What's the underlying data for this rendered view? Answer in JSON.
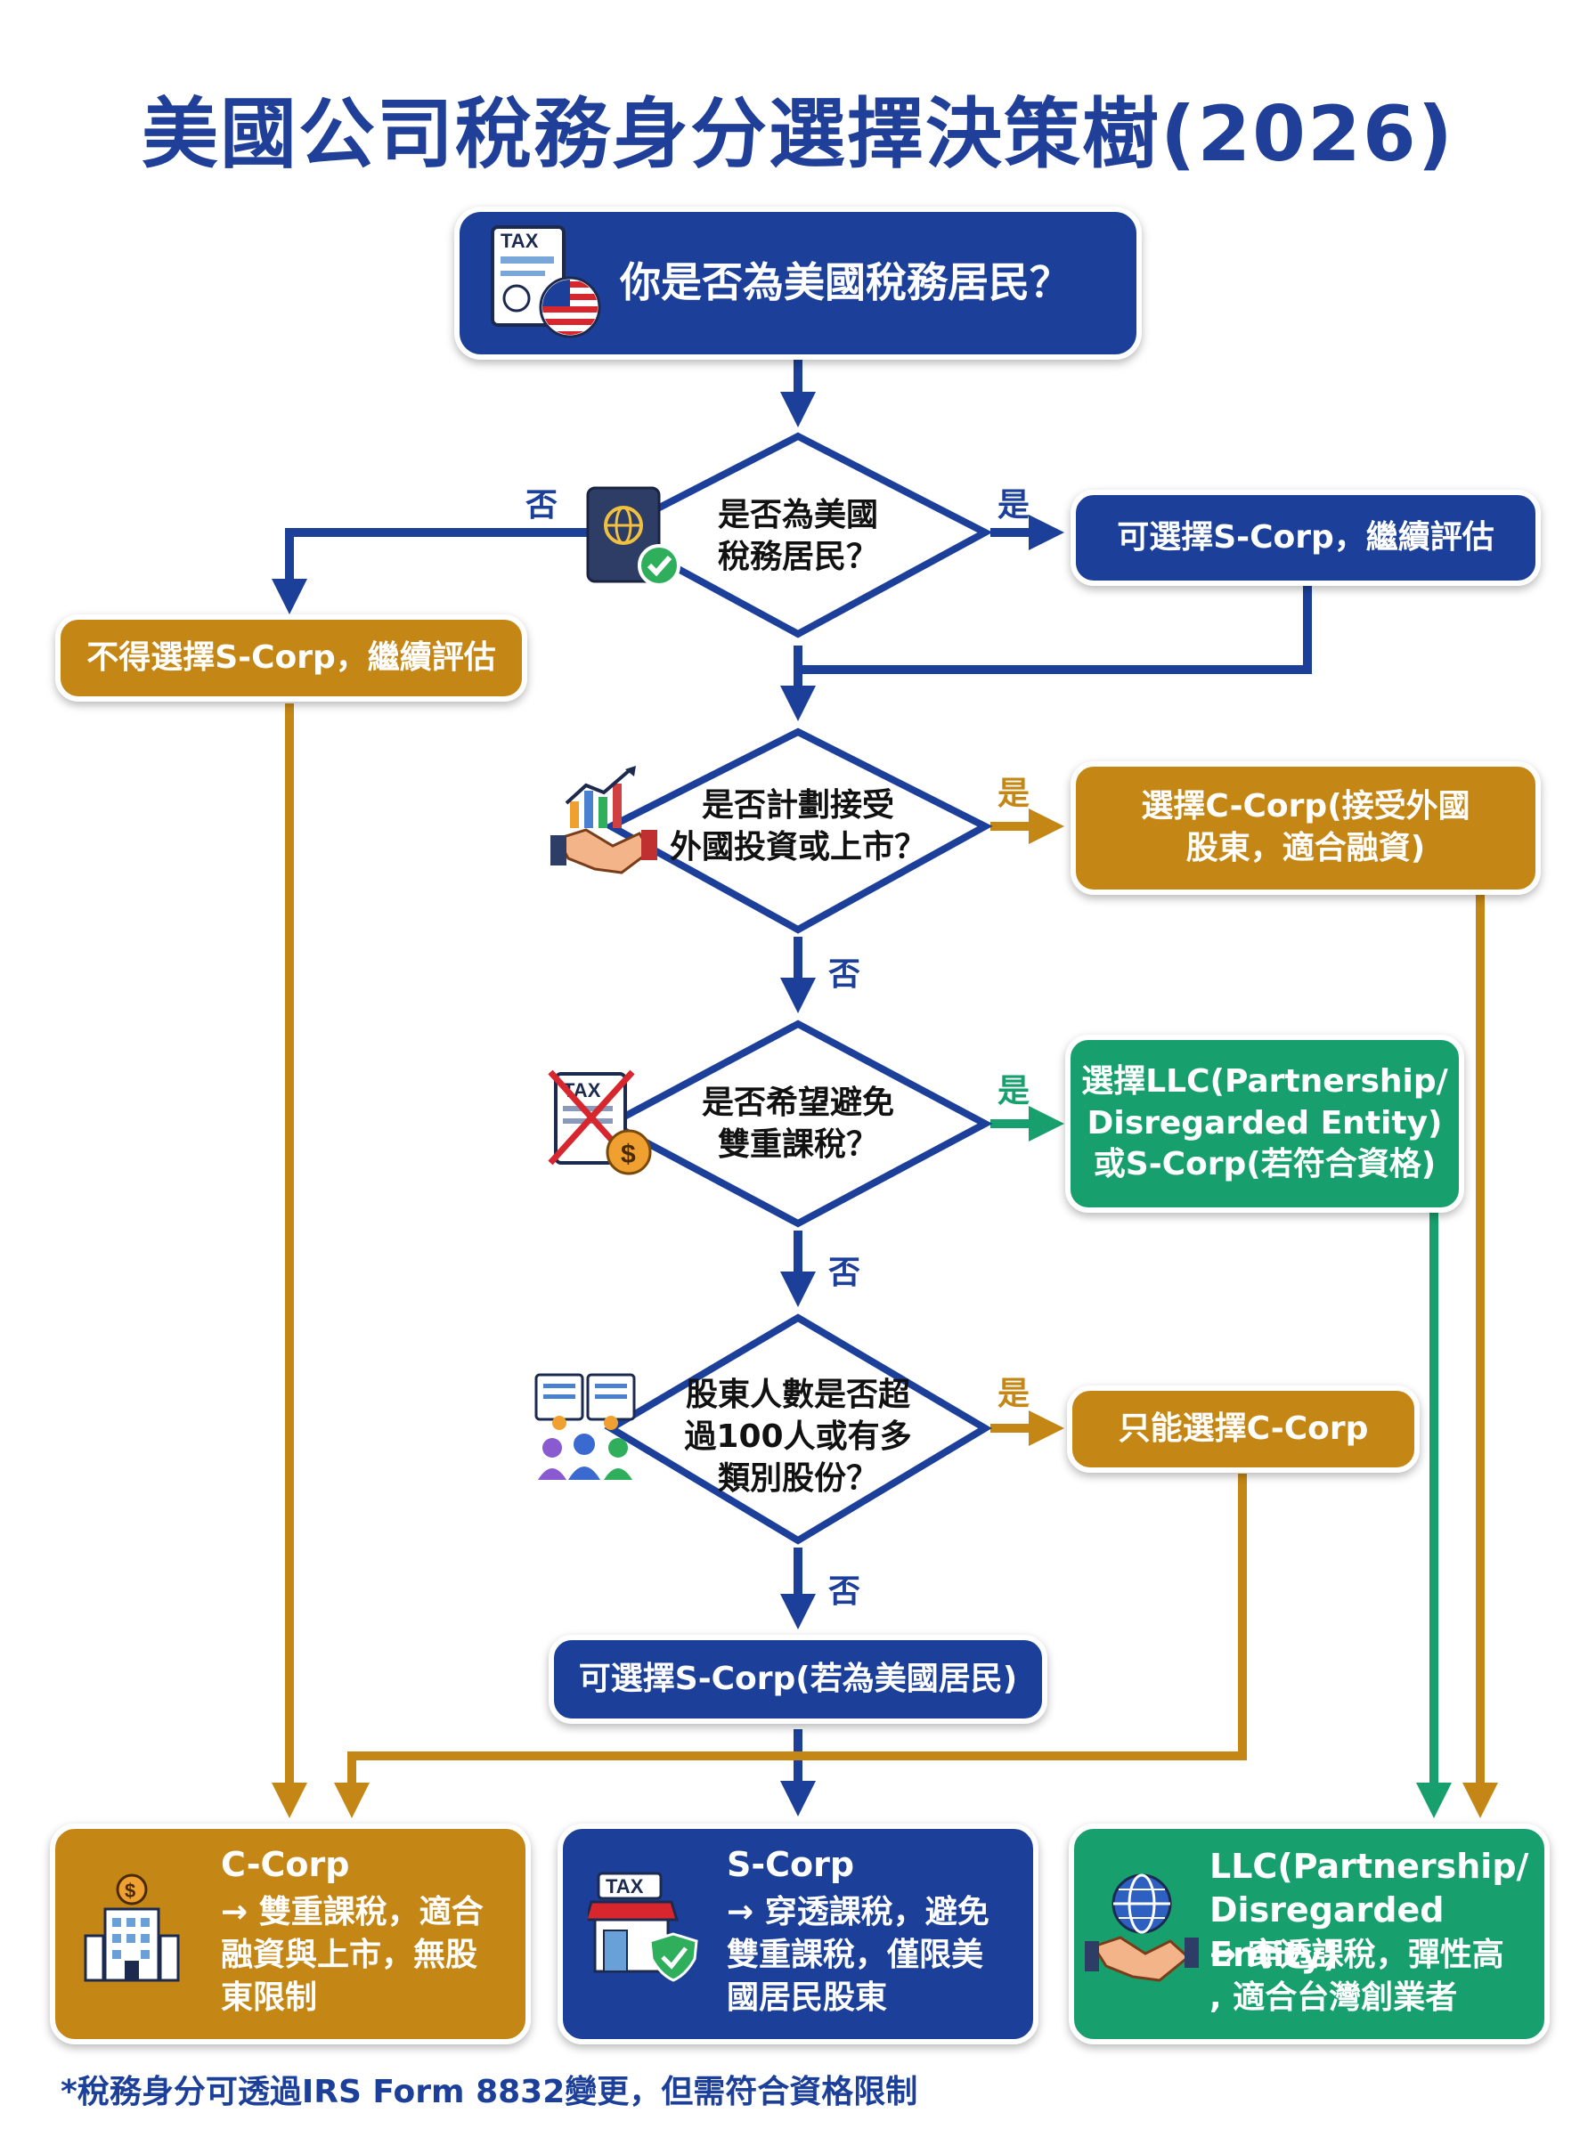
{
  "title": "美國公司稅務身分選擇決策樹(2026)",
  "start": {
    "label": "你是否為美國稅務居民？"
  },
  "q1": {
    "text": "是否為美國\n稅務居民？",
    "no": "否",
    "yes": "是",
    "yes_box": "可選擇S-Corp，繼續評估",
    "no_box": "不得選擇S-Corp，繼續評估"
  },
  "q2": {
    "text": "是否計劃接受\n外國投資或上市？",
    "yes": "是",
    "no": "否",
    "yes_box": "選擇C-Corp(接受外國\n股東，適合融資)"
  },
  "q3": {
    "text": "是否希望避免\n雙重課稅？",
    "yes": "是",
    "no": "否",
    "yes_box": "選擇LLC(Partnership/\nDisregarded Entity)\n或S-Corp(若符合資格)"
  },
  "q4": {
    "text": "股東人數是否超\n過100人或有多\n類別股份？",
    "yes": "是",
    "no": "否",
    "yes_box": "只能選擇C-Corp"
  },
  "scorp_box": {
    "label": "可選擇S-Corp(若為美國居民)"
  },
  "finals": [
    {
      "title": "C-Corp",
      "desc": "→ 雙重課稅，適合\n融資與上市，無股\n東限制"
    },
    {
      "title": "S-Corp",
      "desc": "→ 穿透課稅，避免\n雙重課稅，僅限美\n國居民股東"
    },
    {
      "title": "LLC(Partnership/\nDisregarded Entity)",
      "desc": "→ 穿透課稅，彈性高\n, 適合台灣創業者"
    }
  ],
  "icons": {
    "tax_doc": "TAX",
    "tax_store": "TAX",
    "tax_cross": "TAX",
    "dollar": "$"
  },
  "footnote": "*稅務身分可透過IRS Form 8832變更，但需符合資格限制",
  "colors": {
    "blue": "#1c409a",
    "gold": "#c48716",
    "green": "#17a06e"
  }
}
